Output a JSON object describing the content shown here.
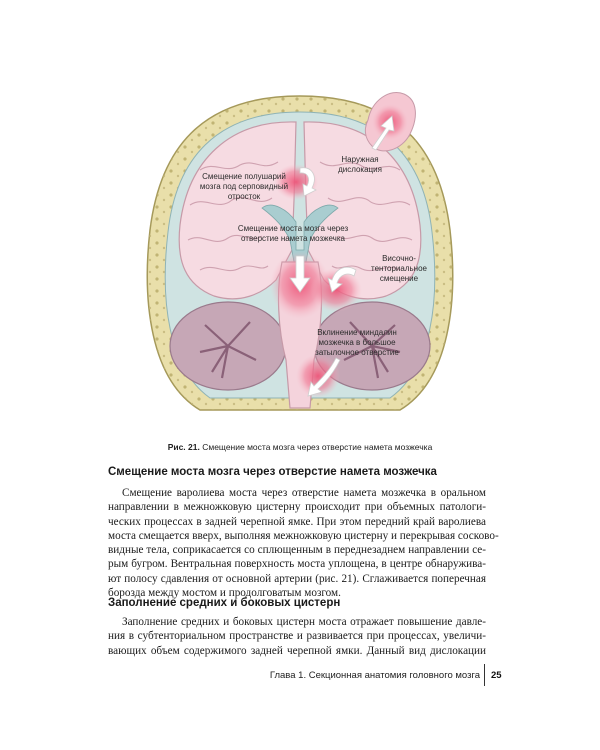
{
  "figure": {
    "labels": {
      "external": "Наружная\nдислокация",
      "falx": "Смещение полушарий\nмозга под серповидный\nотросток",
      "pons": "Смещение моста мозга через\nотверстие намета мозжечка",
      "tentorial": "Височно-\nтенториальное\nсмещение",
      "tonsils": "Вклинение миндалин\nмозжечка в большое\nзатылочное отверстие"
    },
    "colors": {
      "bone": "#e9dfaa",
      "bone_dots": "#b8aa6a",
      "brain": "#f5dbe1",
      "brain_outline": "#c9a3ae",
      "cerebellum": "#c8a8b8",
      "ventricle": "#bcd6d8",
      "highlight": "#ef6b89"
    },
    "icons": [
      "arrow-icon"
    ]
  },
  "caption": {
    "label": "Рис. 21.",
    "text": " Смещение моста мозга через отверстие намета мозжечка"
  },
  "section1": {
    "heading": "Смещение моста мозга через отверстие намета мозжечка",
    "lines": [
      "Смещение варолиева моста через отверстие намета мозжечка в оральном",
      "направлении в межножковую цистерну происходит при объемных патологи-",
      "ческих процессах в задней черепной ямке. При этом передний край варолиева",
      "моста смещается вверх, выполняя межножковую цистерну и перекрывая сосково-",
      "видные тела, соприкасается со сплющенным в переднезаднем направлении се-",
      "рым бугром. Вентральная поверхность моста уплощена, в центре обнаружива-",
      "ют полосу сдавления от основной артерии (рис. 21). Сглаживается поперечная",
      "борозда между мостом и продолговатым мозгом."
    ]
  },
  "section2": {
    "heading": "Заполнение средних и боковых цистерн",
    "lines": [
      "Заполнение средних и боковых цистерн моста отражает повышение давле-",
      "ния в субтенториальном пространстве и развивается при процессах, увеличи-",
      "вающих объем содержимого задней черепной ямки. Данный вид дислокации"
    ]
  },
  "footer": {
    "chapter": "Глава 1. Секционная анатомия головного мозга",
    "page": "25"
  }
}
